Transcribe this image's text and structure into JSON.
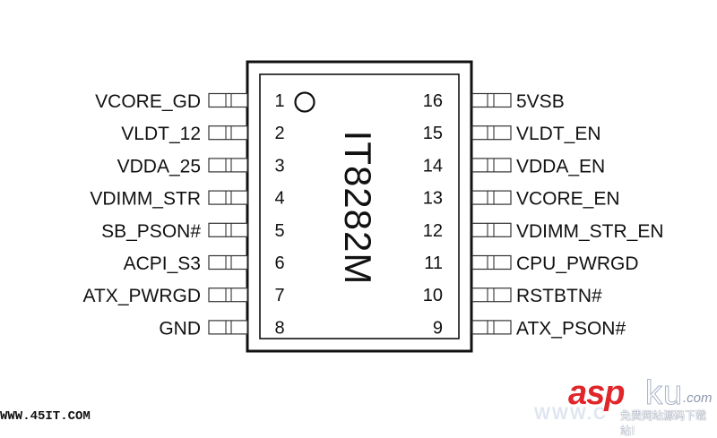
{
  "chip": {
    "name": "IT8282M",
    "pin1_marker": "circle-marker"
  },
  "left_pins": [
    {
      "number": "1",
      "label": "VCORE_GD"
    },
    {
      "number": "2",
      "label": "VLDT_12"
    },
    {
      "number": "3",
      "label": "VDDA_25"
    },
    {
      "number": "4",
      "label": "VDIMM_STR"
    },
    {
      "number": "5",
      "label": "SB_PSON#"
    },
    {
      "number": "6",
      "label": "ACPI_S3"
    },
    {
      "number": "7",
      "label": "ATX_PWRGD"
    },
    {
      "number": "8",
      "label": "GND"
    }
  ],
  "right_pins": [
    {
      "number": "16",
      "label": "5VSB"
    },
    {
      "number": "15",
      "label": "VLDT_EN"
    },
    {
      "number": "14",
      "label": "VDDA_EN"
    },
    {
      "number": "13",
      "label": "VCORE_EN"
    },
    {
      "number": "12",
      "label": "VDIMM_STR_EN"
    },
    {
      "number": "11",
      "label": "CPU_PWRGD"
    },
    {
      "number": "10",
      "label": "RSTBTN#"
    },
    {
      "number": "9",
      "label": "ATX_PSON#"
    }
  ],
  "watermarks": {
    "left": "WWW.45IT.COM",
    "right_brand_red": "asp",
    "right_brand_outline": "ku",
    "right_domain": ".com",
    "right_tagline": "免费网站源码下载站!",
    "faint": "WWW.C"
  },
  "colors": {
    "ink": "#111111",
    "brand_red": "#e0262b",
    "brand_gray": "#8d97ad"
  }
}
